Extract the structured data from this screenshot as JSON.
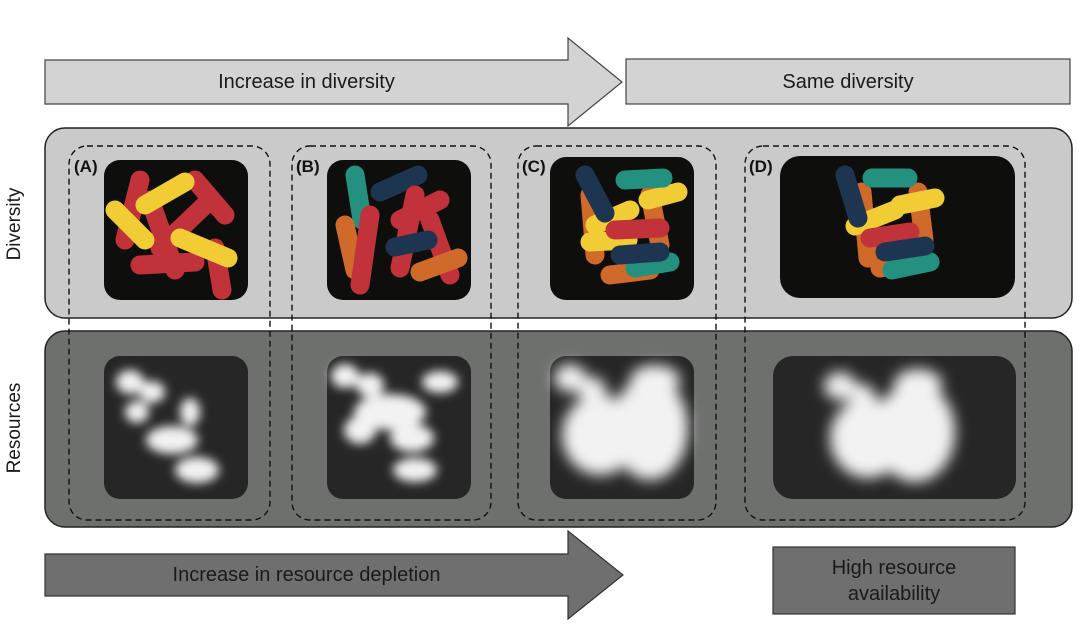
{
  "top_arrow": {
    "label": "Increase in diversity"
  },
  "top_box": {
    "label": "Same diversity"
  },
  "bottom_arrow": {
    "label": "Increase in resource depletion"
  },
  "bottom_box": {
    "label": "High resource availability"
  },
  "rows": {
    "diversity": "Diversity",
    "resources": "Resources"
  },
  "panels": [
    "(A)",
    "(B)",
    "(C)",
    "(D)"
  ],
  "colors": {
    "red": "#c1323a",
    "yellow": "#f2cc35",
    "teal": "#24907f",
    "navy": "#1e3552",
    "orange": "#d06a2b",
    "light_band": "#c9c9c9",
    "dark_band": "#6f6f6f"
  }
}
